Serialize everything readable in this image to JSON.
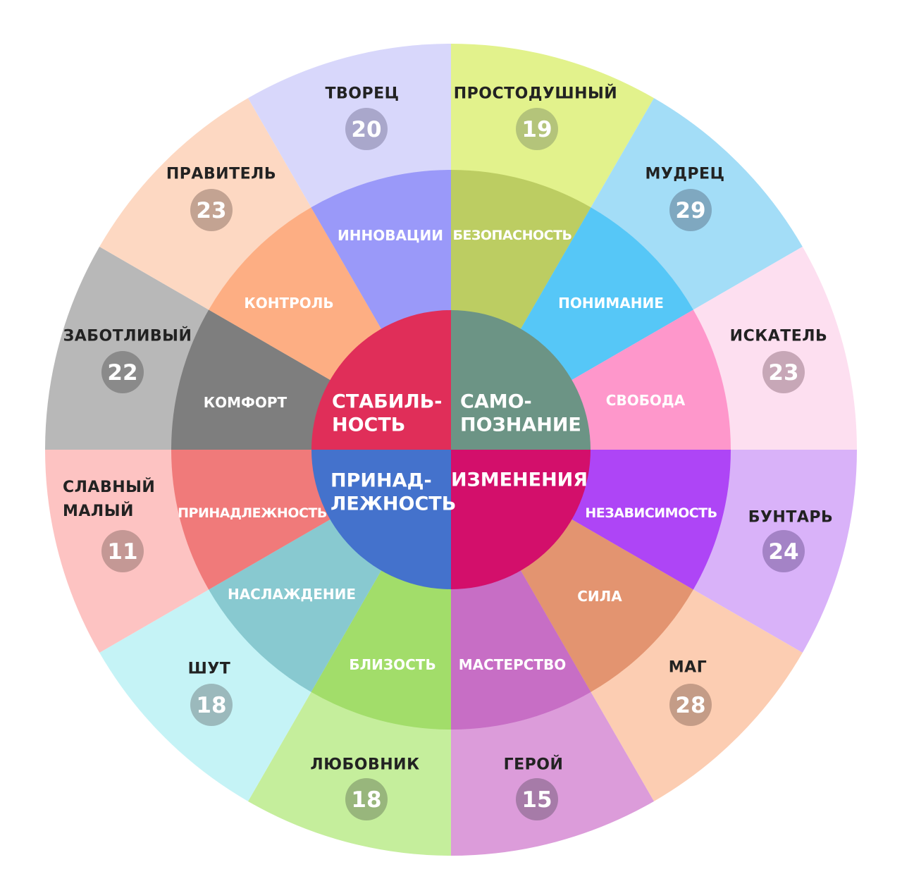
{
  "outer": [
    {
      "name": "ПРОСТОДУШНЫЙ",
      "score": "19",
      "color": "#e2f28c",
      "badge": "#b4c47a"
    },
    {
      "name": "МУДРЕЦ",
      "score": "29",
      "color": "#a3ddf7",
      "badge": "#7fa8c0"
    },
    {
      "name": "ИСКАТЕЛЬ",
      "score": "23",
      "color": "#fddff0",
      "badge": "#c7a7b7"
    },
    {
      "name": "БУНТАРЬ",
      "score": "24",
      "color": "#d9b2f9",
      "badge": "#a483c6"
    },
    {
      "name": "МАГ",
      "score": "28",
      "color": "#fccdb2",
      "badge": "#c49c87"
    },
    {
      "name": "ГЕРОЙ",
      "score": "15",
      "color": "#dc9cda",
      "badge": "#a67ba8"
    },
    {
      "name": "ЛЮБОВНИК",
      "score": "18",
      "color": "#c5ee9c",
      "badge": "#98b67c"
    },
    {
      "name": "ШУТ",
      "score": "18",
      "color": "#c5f3f6",
      "badge": "#9bb9bc"
    },
    {
      "name": [
        "СЛАВНЫЙ",
        "МАЛЫЙ"
      ],
      "score": "11",
      "color": "#fdc3c2",
      "badge": "#c49895"
    },
    {
      "name": "ЗАБОТЛИВЫЙ",
      "score": "22",
      "color": "#b8b8b8",
      "badge": "#8a8a8a"
    },
    {
      "name": "ПРАВИТЕЛЬ",
      "score": "23",
      "color": "#fdd8c2",
      "badge": "#c3a392"
    },
    {
      "name": "ТВОРЕЦ",
      "score": "20",
      "color": "#d8d7fb",
      "badge": "#a9a7cb"
    }
  ],
  "middle": [
    {
      "label": "БЕЗОПАСНОСТЬ",
      "color": "#bccd62"
    },
    {
      "label": "ПОНИМАНИЕ",
      "color": "#56c7f7"
    },
    {
      "label": "СВОБОДА",
      "color": "#fe97cb"
    },
    {
      "label": "НЕЗАВИСИМОСТЬ",
      "color": "#ae45f6"
    },
    {
      "label": "СИЛА",
      "color": "#e39470"
    },
    {
      "label": "МАСТЕРСТВО",
      "color": "#c76ec5"
    },
    {
      "label": "БЛИЗОСТЬ",
      "color": "#a2dd6a"
    },
    {
      "label": "НАСЛАЖДЕНИЕ",
      "color": "#88c9d0"
    },
    {
      "label": "ПРИНАДЛЕЖНОСТЬ",
      "color": "#f07a7a"
    },
    {
      "label": "КОМФОРТ",
      "color": "#7e7e7e"
    },
    {
      "label": "КОНТРОЛЬ",
      "color": "#fdae83"
    },
    {
      "label": "ИННОВАЦИИ",
      "color": "#9a99f9"
    }
  ],
  "core": [
    {
      "lines": [
        "САМО-",
        "ПОЗНАНИЕ"
      ],
      "color": "#6c9485"
    },
    {
      "lines": [
        "ИЗМЕНЕНИЯ"
      ],
      "color": "#d30f6b"
    },
    {
      "lines": [
        "ПРИНАД-",
        "ЛЕЖНОСТЬ"
      ],
      "color": "#4472cc"
    },
    {
      "lines": [
        "СТАБИЛЬ-",
        "НОСТЬ"
      ],
      "color": "#e02e59"
    }
  ]
}
